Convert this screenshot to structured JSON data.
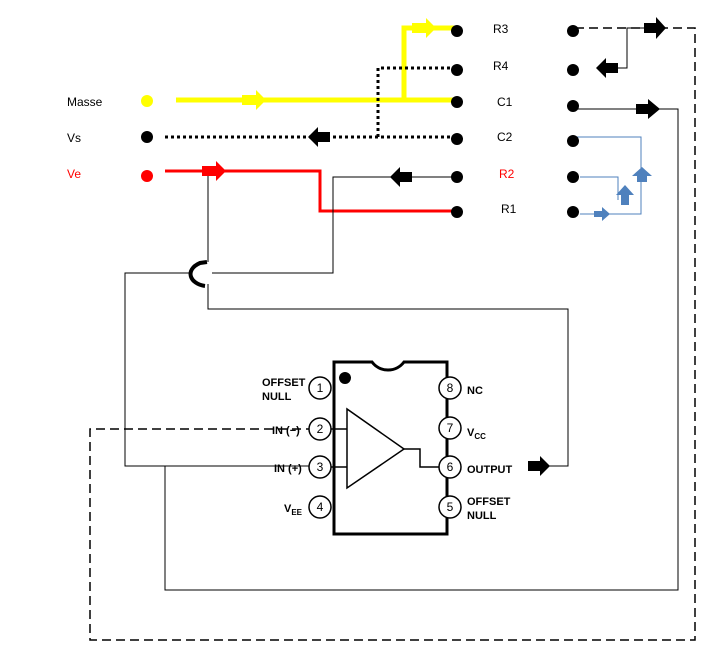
{
  "colors": {
    "yellow": "#ffff00",
    "red": "#ff0000",
    "blue": "#4f81bd",
    "black": "#000000"
  },
  "left_labels": {
    "masse": "Masse",
    "vs": "Vs",
    "ve": "Ve"
  },
  "right_labels": {
    "r3": "R3",
    "r4": "R4",
    "c1": "C1",
    "c2": "C2",
    "r2": "R2",
    "r1": "R1"
  },
  "ic": {
    "pins": {
      "p1": "1",
      "p2": "2",
      "p3": "3",
      "p4": "4",
      "p5": "5",
      "p6": "6",
      "p7": "7",
      "p8": "8"
    },
    "labels": {
      "offset_null_left_1": "OFFSET",
      "offset_null_left_2": "NULL",
      "in_minus": "IN (−)",
      "in_plus": "IN (+)",
      "vee": "V",
      "vee_sub": "EE",
      "nc": "NC",
      "vcc": "V",
      "vcc_sub": "CC",
      "output": "OUTPUT",
      "offset_null_right_1": "OFFSET",
      "offset_null_right_2": "NULL"
    }
  }
}
